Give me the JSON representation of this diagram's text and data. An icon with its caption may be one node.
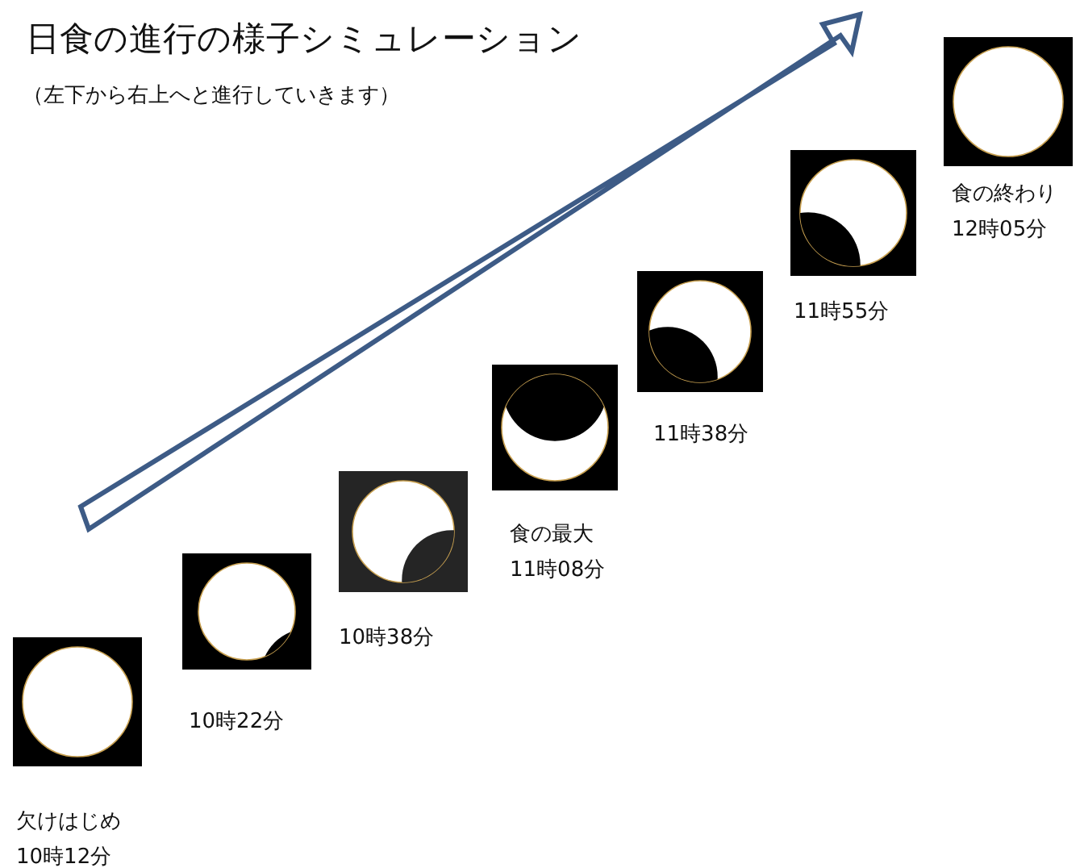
{
  "diagram": {
    "title": "日食の進行の様子シミュレーション",
    "nodes": [
      {
        "text": [],
        "shape": "picture",
        "beside": [
          "欠けはじめ",
          "10時12分"
        ]
      },
      {
        "text": [],
        "shape": "picture",
        "beside": [
          "10時22分"
        ]
      },
      {
        "text": [],
        "shape": "picture",
        "beside": [
          "10時38分"
        ]
      },
      {
        "text": [],
        "shape": "picture",
        "beside": [
          "食の最大",
          "11時08分"
        ]
      },
      {
        "text": [],
        "shape": "picture",
        "beside": [
          "11時38分"
        ]
      },
      {
        "text": [],
        "shape": "picture",
        "beside": [
          "11時55分"
        ]
      },
      {
        "text": [],
        "shape": "picture",
        "beside": [
          "食の終わり",
          "12時05分"
        ]
      }
    ],
    "labels": [
      "（左下から右上へと進行していきます）"
    ]
  }
}
